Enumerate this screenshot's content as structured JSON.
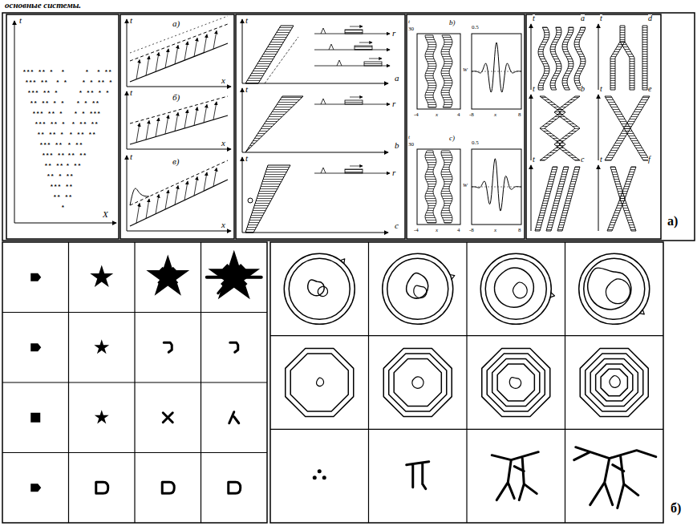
{
  "diagram": {
    "labels": [
      "основные системы.",
      "t",
      "X",
      "*** ** *  *",
      "*  * **",
      "*** **  * *",
      "* * ** *",
      "*** ** *",
      "* ** * *",
      "** ** * *",
      "* * **",
      "*** ** *",
      "* * ***",
      "*** ** *",
      "* ** **",
      "** ** *",
      "* ** **",
      "*** **",
      "* **",
      "*** **",
      "** **",
      "** **",
      "* **",
      "** * **",
      "*** **",
      "** **",
      "*",
      "t",
      "a)",
      "x",
      "t",
      "б)",
      "x",
      "t",
      "в)",
      "x",
      "t",
      "a",
      "r",
      "t",
      "b",
      "r",
      "t",
      "c",
      "r",
      "b)",
      "t",
      "30",
      "-4",
      "x",
      "4",
      "W",
      "0.5",
      "-8",
      "x",
      "8",
      "c)",
      "t",
      "30",
      "-4",
      "x",
      "4",
      "W",
      "0.5",
      "-8",
      "x",
      "8",
      "t",
      "a",
      "t",
      "d",
      "t",
      "b",
      "t",
      "e",
      "t",
      "c",
      "t",
      "f",
      "a)",
      "б)"
    ]
  }
}
